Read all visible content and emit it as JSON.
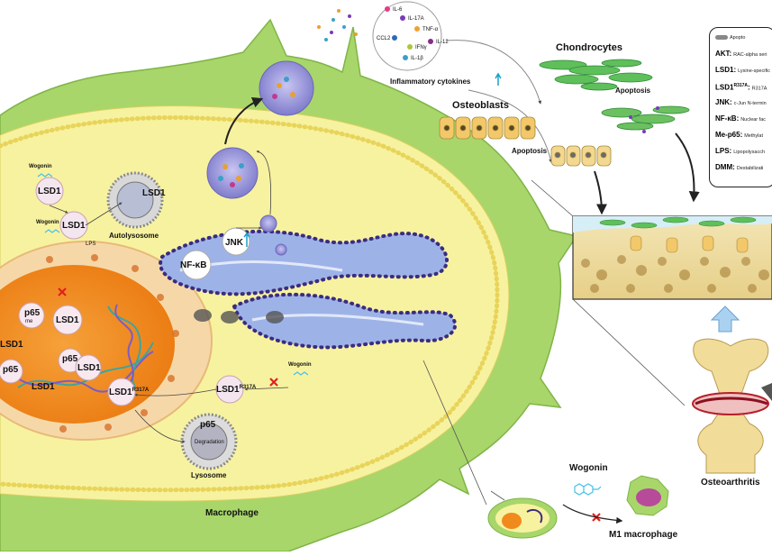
{
  "labels": {
    "wogonin": "Wogonin",
    "lsd1": "LSD1",
    "lsd1_mut_base": "LSD1",
    "lsd1_mut_sup": "R317A",
    "p65": "p65",
    "me": "me",
    "autolysosome": "Autolysosome",
    "lps": "LPS",
    "jnk": "JNK",
    "nfkb": "NF-κB",
    "degradation": "Degradation",
    "lysosome": "Lysosome",
    "macrophage": "Macrophage",
    "m1_macrophage": "M1 macrophage",
    "osteoarthritis": "Osteoarthritis",
    "inflammatory_cytokines": "Inflammatory cytokines",
    "chondrocytes": "Chondrocytes",
    "osteoblasts": "Osteoblasts",
    "apoptosis": "Apoptosis"
  },
  "cytokines": [
    "IL-6",
    "IL-17A",
    "TNF-α",
    "CCL2",
    "IFNγ",
    "IL-12",
    "IL-1β"
  ],
  "legend": {
    "apoptosis_symbol_label": "Apopto",
    "items": [
      {
        "abbr": "AKT:",
        "desc": "RAC-alpha seri"
      },
      {
        "abbr": "LSD1:",
        "desc": "Lysine-specific"
      },
      {
        "abbr": "LSD1",
        "sup": "R317A",
        "suffix": ":",
        "desc": "R317A"
      },
      {
        "abbr": "JNK:",
        "desc": "c-Jun N-termin"
      },
      {
        "abbr": "NF-κB:",
        "desc": "Nuclear fac"
      },
      {
        "abbr": "Me-p65:",
        "desc": "Methylat"
      },
      {
        "abbr": "LPS:",
        "desc": "Lipopolysacch"
      },
      {
        "abbr": "DMM:",
        "desc": "Destabilizati"
      }
    ]
  },
  "colors": {
    "cell_outer": "#a8d66a",
    "cytoplasm": "#f7f2a0",
    "nucleus_ring": "#f6d8a8",
    "nucleus": "#f08a1c",
    "golgi": "#8aa6e0",
    "vesicle": "#8e8ad8",
    "inhibit": "#e02020",
    "wogonin": "#48c0e8",
    "upregulation": "#1aa0c8"
  }
}
